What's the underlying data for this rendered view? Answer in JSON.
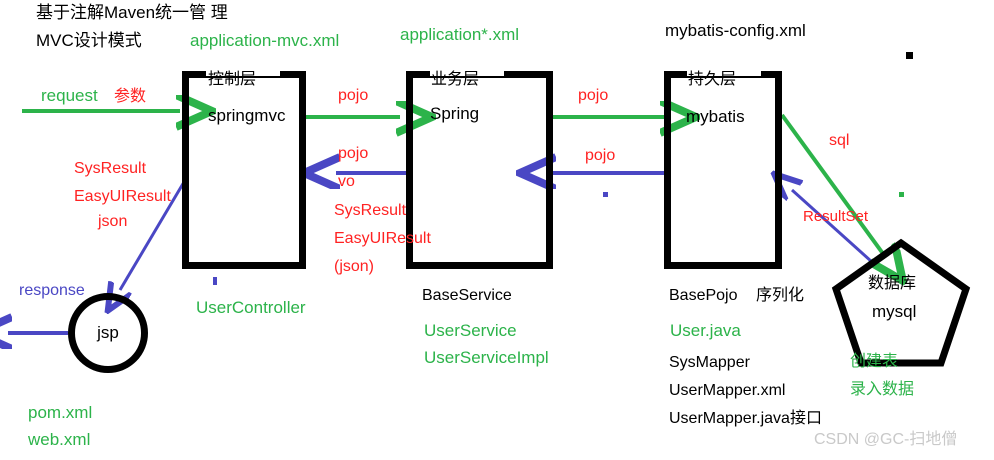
{
  "diagram": {
    "title_lines": {
      "line1": "基于注解Maven统一管 理",
      "line2": "MVC设计模式"
    },
    "config_labels": {
      "mvc_xml": "application-mvc.xml",
      "app_xml": "application*.xml",
      "mybatis_xml": "mybatis-config.xml"
    },
    "layers": [
      {
        "caption": "控制层",
        "body": "springmvc",
        "footer": "UserController"
      },
      {
        "caption": "业务层",
        "body": "Spring",
        "footer": "BaseService"
      },
      {
        "caption": "持久层",
        "body": "mybatis",
        "footer": "BasePojo"
      }
    ],
    "database": {
      "line1": "数据库",
      "line2": "mysql"
    },
    "client": {
      "node": "jsp",
      "request": "request",
      "request_param": "参数",
      "response": "response"
    },
    "flow_forward": {
      "a": "pojo",
      "b": "pojo",
      "c": "pojo"
    },
    "flow_back_controller": {
      "l1": "SysResult",
      "l2": "EasyUIResult",
      "l3": "json"
    },
    "flow_back_service": {
      "l1": "pojo",
      "l2": "vo",
      "l3": "SysResult",
      "l4": "EasyUIResult",
      "l5": "(json)"
    },
    "flow_back_dao": {
      "l1": "pojo"
    },
    "db_flow": {
      "sql": "sql",
      "resultset": "ResultSet"
    },
    "annotations": {
      "controller_footer": "UserController",
      "service_footer": "BaseService",
      "service_items": [
        "UserService",
        "UserServiceImpl"
      ],
      "dao_footer": "BasePojo",
      "dao_footer_note": "序列化",
      "dao_pojo_file": "User.java",
      "mapper_items": [
        "SysMapper",
        "UserMapper.xml",
        "UserMapper.java接口"
      ],
      "db_actions": [
        "创建表",
        "录入数据"
      ],
      "project_files": [
        "pom.xml",
        "web.xml"
      ]
    },
    "watermark": "CSDN @GC-扫地僧",
    "colors": {
      "green": "#2cb34a",
      "red": "#ff2222",
      "blue": "#4a47c4",
      "black": "#000000",
      "watermark": "#c9c9c9"
    }
  }
}
